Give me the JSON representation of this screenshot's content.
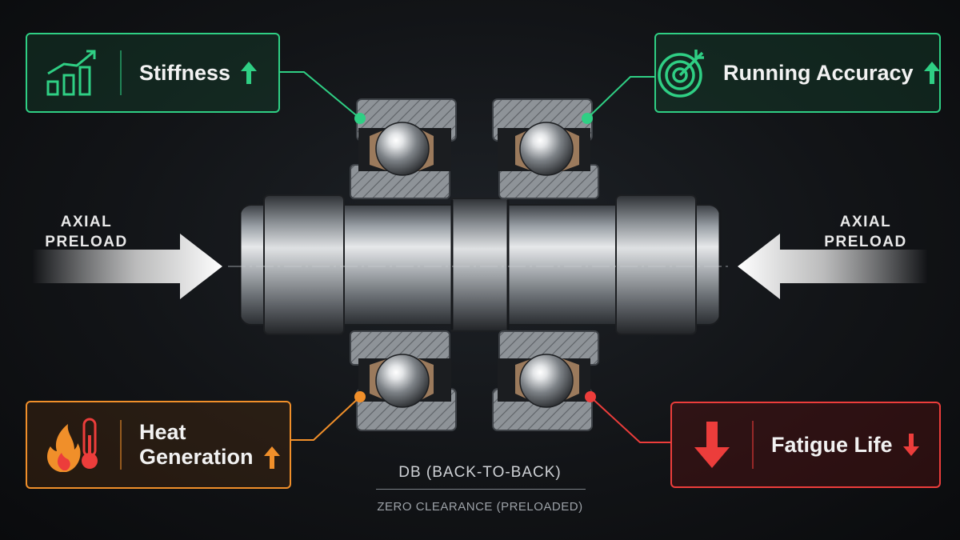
{
  "cards": {
    "stiffness": {
      "label": "Stiffness",
      "trend": "up",
      "color": "#2fcf84",
      "icon": "bar-chart-rising-icon"
    },
    "running_accuracy": {
      "label": "Running Accuracy",
      "trend": "up",
      "color": "#2fcf84",
      "icon": "target-icon"
    },
    "heat_generation": {
      "label_line1": "Heat",
      "label_line2": "Generation",
      "trend": "up",
      "color": "#f08f2a",
      "icon": "flame-thermometer-icon"
    },
    "fatigue_life": {
      "label": "Fatigue Life",
      "trend": "down",
      "color": "#ec3d3b",
      "icon": "down-arrow-icon"
    }
  },
  "axial_left": {
    "line1": "AXIAL",
    "line2": "PRELOAD"
  },
  "axial_right": {
    "line1": "AXIAL",
    "line2": "PRELOAD"
  },
  "caption": {
    "title": "DB (BACK-TO-BACK)",
    "subtitle": "ZERO CLEARANCE (PRELOADED)"
  }
}
